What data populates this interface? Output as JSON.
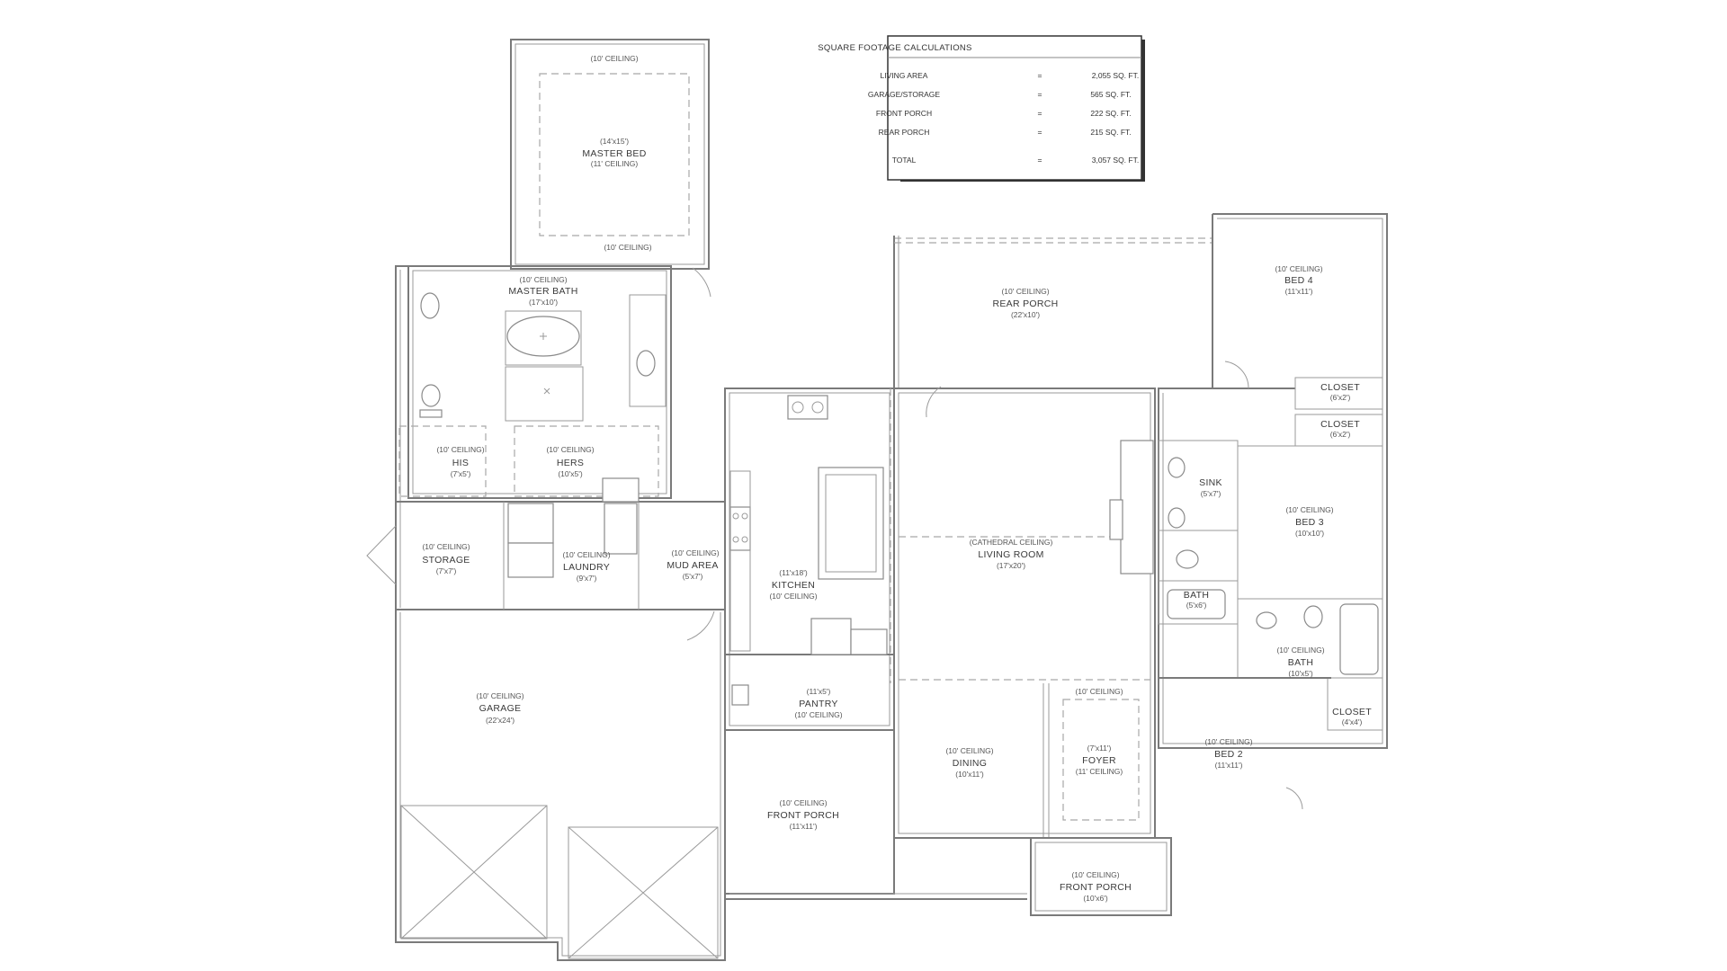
{
  "sqft": {
    "title": "SQUARE FOOTAGE CALCULATIONS",
    "rows": [
      {
        "label": "LIVING AREA",
        "eq": "=",
        "value": "2,055 SQ. FT."
      },
      {
        "label": "GARAGE/STORAGE",
        "eq": "=",
        "value": "565 SQ. FT."
      },
      {
        "label": "FRONT PORCH",
        "eq": "=",
        "value": "222 SQ. FT."
      },
      {
        "label": "REAR PORCH",
        "eq": "=",
        "value": "215 SQ. FT."
      }
    ],
    "total": {
      "label": "TOTAL",
      "eq": "=",
      "value": "3,057 SQ. FT."
    }
  },
  "rooms": {
    "master_bed": {
      "ceiling_top": "(10' CEILING)",
      "size": "(14'x15')",
      "name": "MASTER BED",
      "ceiling": "(11' CEILING)",
      "ceiling_bottom": "(10' CEILING)"
    },
    "master_bath": {
      "ceiling": "(10' CEILING)",
      "name": "MASTER BATH",
      "size": "(17'x10')"
    },
    "his": {
      "ceiling": "(10' CEILING)",
      "name": "HIS",
      "size": "(7'x5')"
    },
    "hers": {
      "ceiling": "(10' CEILING)",
      "name": "HERS",
      "size": "(10'x5')"
    },
    "storage": {
      "ceiling": "(10' CEILING)",
      "name": "STORAGE",
      "size": "(7'x7')"
    },
    "laundry": {
      "ceiling": "(10' CEILING)",
      "name": "LAUNDRY",
      "size": "(9'x7')"
    },
    "mud_area": {
      "ceiling": "(10' CEILING)",
      "name": "MUD AREA",
      "size": "(5'x7')"
    },
    "kitchen": {
      "size": "(11'x18')",
      "name": "KITCHEN",
      "ceiling": "(10' CEILING)"
    },
    "pantry": {
      "size": "(11'x5')",
      "name": "PANTRY",
      "ceiling": "(10' CEILING)"
    },
    "garage": {
      "ceiling": "(10' CEILING)",
      "name": "GARAGE",
      "size": "(22'x24')"
    },
    "front_porch_left": {
      "ceiling": "(10' CEILING)",
      "name": "FRONT PORCH",
      "size": "(11'x11')"
    },
    "rear_porch": {
      "ceiling": "(10' CEILING)",
      "name": "REAR PORCH",
      "size": "(22'x10')"
    },
    "living_room": {
      "ceiling": "(CATHEDRAL CEILING)",
      "name": "LIVING ROOM",
      "size": "(17'x20')"
    },
    "dining": {
      "ceiling": "(10' CEILING)",
      "name": "DINING",
      "size": "(10'x11')"
    },
    "foyer": {
      "ceiling_top": "(10' CEILING)",
      "size": "(7'x11')",
      "name": "FOYER",
      "ceiling": "(11' CEILING)"
    },
    "front_porch_right": {
      "ceiling": "(10' CEILING)",
      "name": "FRONT PORCH",
      "size": "(10'x6')"
    },
    "bed4": {
      "ceiling": "(10' CEILING)",
      "name": "BED 4",
      "size": "(11'x11')"
    },
    "closet_a": {
      "name": "CLOSET",
      "size": "(6'x2')"
    },
    "closet_b": {
      "name": "CLOSET",
      "size": "(6'x2')"
    },
    "bed3": {
      "ceiling": "(10' CEILING)",
      "name": "BED 3",
      "size": "(10'x10')"
    },
    "sink": {
      "name": "SINK",
      "size": "(5'x7')"
    },
    "bath_small": {
      "name": "BATH",
      "size": "(5'x6')"
    },
    "bath": {
      "ceiling": "(10' CEILING)",
      "name": "BATH",
      "size": "(10'x5')"
    },
    "closet_c": {
      "name": "CLOSET",
      "size": "(4'x4')"
    },
    "bed2": {
      "ceiling": "(10' CEILING)",
      "name": "BED 2",
      "size": "(11'x11')"
    }
  }
}
